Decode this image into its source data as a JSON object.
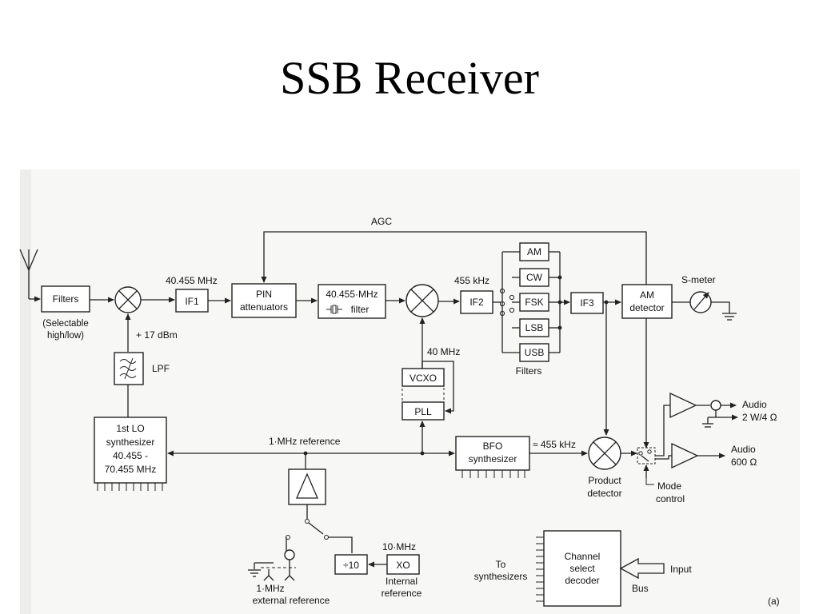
{
  "slide": {
    "title": "SSB Receiver"
  },
  "diagram": {
    "labels": {
      "agc": "AGC",
      "filters_box": "Filters",
      "selectable_1": "(Selectable",
      "selectable_2": "high/low)",
      "freq_40455": "40.455 MHz",
      "if1": "IF1",
      "pin_1": "PIN",
      "pin_2": "attenuators",
      "xtal_1": "40.455·MHz",
      "xtal_2": "filter",
      "dbm": "+ 17 dBm",
      "lpf": "LPF",
      "khz_455": "455 kHz",
      "if2": "IF2",
      "am": "AM",
      "cw": "CW",
      "fsk": "FSK",
      "lsb": "LSB",
      "usb": "USB",
      "filters_caption": "Filters",
      "if3": "IF3",
      "am_det_1": "AM",
      "am_det_2": "detector",
      "smeter": "S-meter",
      "mhz_40": "40 MHz",
      "vcxo": "VCXO",
      "pll": "PLL",
      "lo_1": "1st LO",
      "lo_2": "synthesizer",
      "lo_3": "40.455 -",
      "lo_4": "70.455 MHz",
      "ref_1mhz": "1·MHz reference",
      "bfo_1": "BFO",
      "bfo_2": "synthesizer",
      "approx_455": "≈ 455 kHz",
      "prod_1": "Product",
      "prod_2": "detector",
      "mode_1": "Mode",
      "mode_2": "control",
      "audio_hi_1": "Audio",
      "audio_hi_2": "2 W/4 Ω",
      "audio_lo_1": "Audio",
      "audio_lo_2": "600 Ω",
      "div10": "÷10",
      "xo": "XO",
      "xo_10mhz": "10·MHz",
      "internal_1": "Internal",
      "internal_2": "reference",
      "ext_1": "1·MHz",
      "ext_2": "external reference",
      "to_1": "To",
      "to_2": "synthesizers",
      "ch_1": "Channel",
      "ch_2": "select",
      "ch_3": "decoder",
      "input": "Input",
      "bus": "Bus",
      "fig": "(a)"
    }
  }
}
